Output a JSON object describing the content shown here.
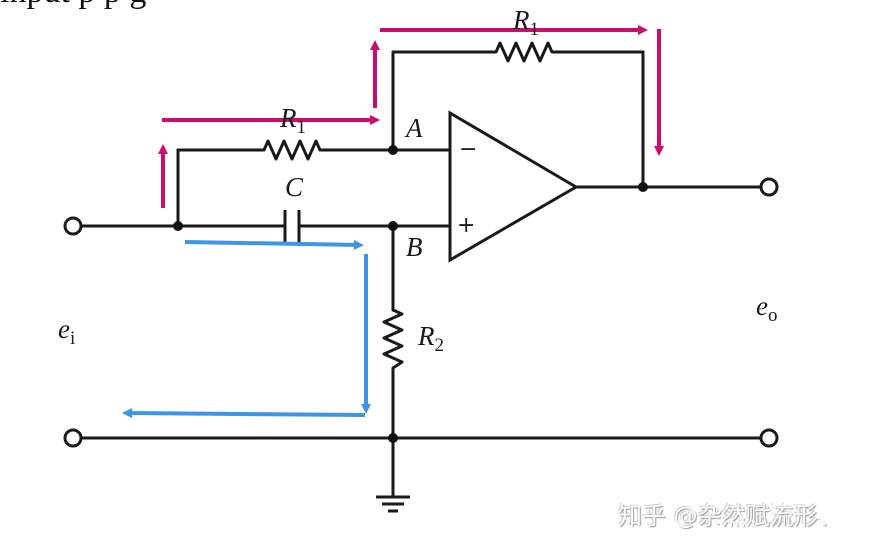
{
  "diagram": {
    "title_cropped": "input p           p                            g",
    "type": "op-amp RC circuit (lead/lag network) with current-path arrows",
    "labels": {
      "r1_top": {
        "main": "R",
        "sub": "1"
      },
      "r1_mid": {
        "main": "R",
        "sub": "1"
      },
      "capacitor": {
        "main": "C"
      },
      "r2": {
        "main": "R",
        "sub": "2"
      },
      "node_a": "A",
      "node_b": "B",
      "input": {
        "main": "e",
        "sub": "i"
      },
      "output": {
        "main": "e",
        "sub": "o"
      },
      "minus": "−",
      "plus": "+"
    },
    "colors": {
      "wire": "#1a1a1a",
      "path_magenta": "#cc0a6f",
      "path_blue": "#3d95e6"
    },
    "annotations": [
      {
        "name": "magenta-path",
        "description": "current path through R1 (input) and R1 (feedback) to output"
      },
      {
        "name": "blue-path",
        "description": "current path through C, down R2 to ground return"
      }
    ]
  },
  "watermark": "知乎 @杂然赋流形、"
}
